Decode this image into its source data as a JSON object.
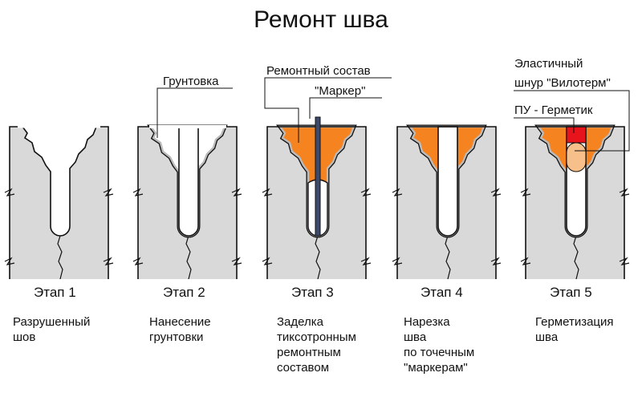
{
  "title": "Ремонт шва",
  "callouts": {
    "primer": "Грунтовка",
    "repair_compound": "Ремонтный состав",
    "marker": "\"Маркер\"",
    "elastic_cord_line1": "Эластичный",
    "elastic_cord_line2": "шнур \"Вилотерм\"",
    "pu_sealant": "ПУ - Герметик"
  },
  "stages": [
    {
      "label": "Этап 1",
      "desc": [
        "Разрушенный",
        "шов"
      ]
    },
    {
      "label": "Этап 2",
      "desc": [
        "Нанесение",
        "грунтовки"
      ]
    },
    {
      "label": "Этап 3",
      "desc": [
        "Заделка",
        "тиксотронным",
        "ремонтным",
        "составом"
      ]
    },
    {
      "label": "Этап 4",
      "desc": [
        "Нарезка",
        "шва",
        "по точечным",
        "\"маркерам\""
      ]
    },
    {
      "label": "Этап 5",
      "desc": [
        "Герметизация",
        "шва"
      ]
    }
  ],
  "colors": {
    "concrete": "#d9d9d9",
    "repair": "#f5831f",
    "sealant": "#e8141b",
    "cord": "#f7c08a",
    "marker": "#3d4a6b"
  }
}
